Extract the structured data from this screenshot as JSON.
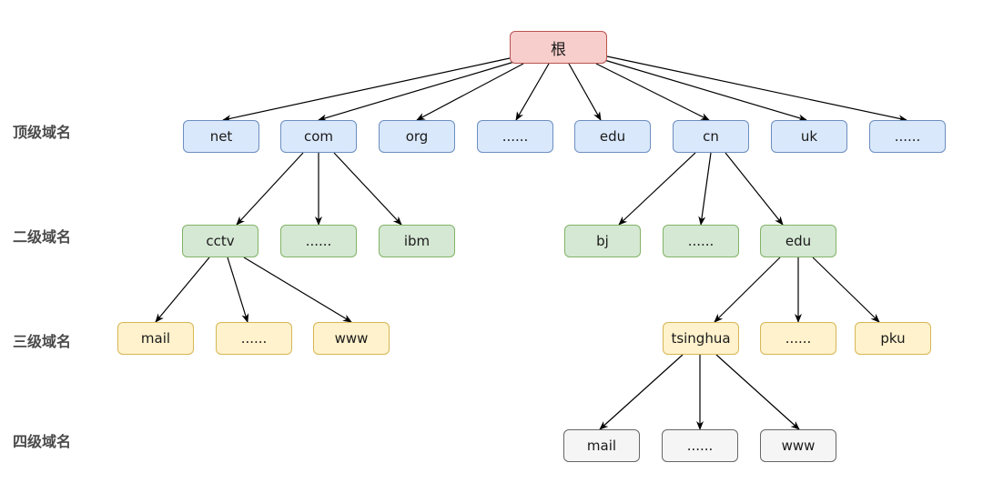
{
  "levels": {
    "top": "顶级域名",
    "second": "二级域名",
    "third": "三级域名",
    "fourth": "四级域名"
  },
  "colors": {
    "root_fill": "#f8cecc",
    "top_fill": "#dae8fc",
    "second_fill": "#d5e8d4",
    "third_fill": "#fff2cc",
    "fourth_fill": "#f5f5f5"
  },
  "nodes": {
    "root": "根",
    "net": "net",
    "com": "com",
    "org": "org",
    "top_ellipsis_1": "......",
    "edu_top": "edu",
    "cn": "cn",
    "uk": "uk",
    "top_ellipsis_2": "......",
    "cctv": "cctv",
    "com_ellipsis": "......",
    "ibm": "ibm",
    "bj": "bj",
    "cn_ellipsis": "......",
    "edu_cn": "edu",
    "mail_cctv": "mail",
    "cctv_ellipsis": "......",
    "www_cctv": "www",
    "tsinghua": "tsinghua",
    "edu_ellipsis": "......",
    "pku": "pku",
    "mail_tsinghua": "mail",
    "tsinghua_ellipsis": "......",
    "www_tsinghua": "www"
  }
}
